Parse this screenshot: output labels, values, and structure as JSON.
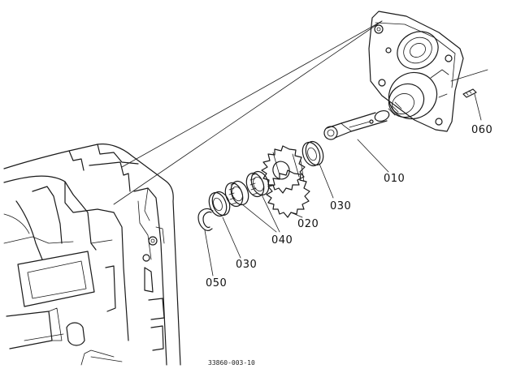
{
  "diagram": {
    "callouts": {
      "p010": "010",
      "p020": "020",
      "p030_right": "030",
      "p030_left": "030",
      "p040": "040",
      "p050": "050",
      "p060": "060"
    },
    "figure_number": "33860-003-10"
  }
}
